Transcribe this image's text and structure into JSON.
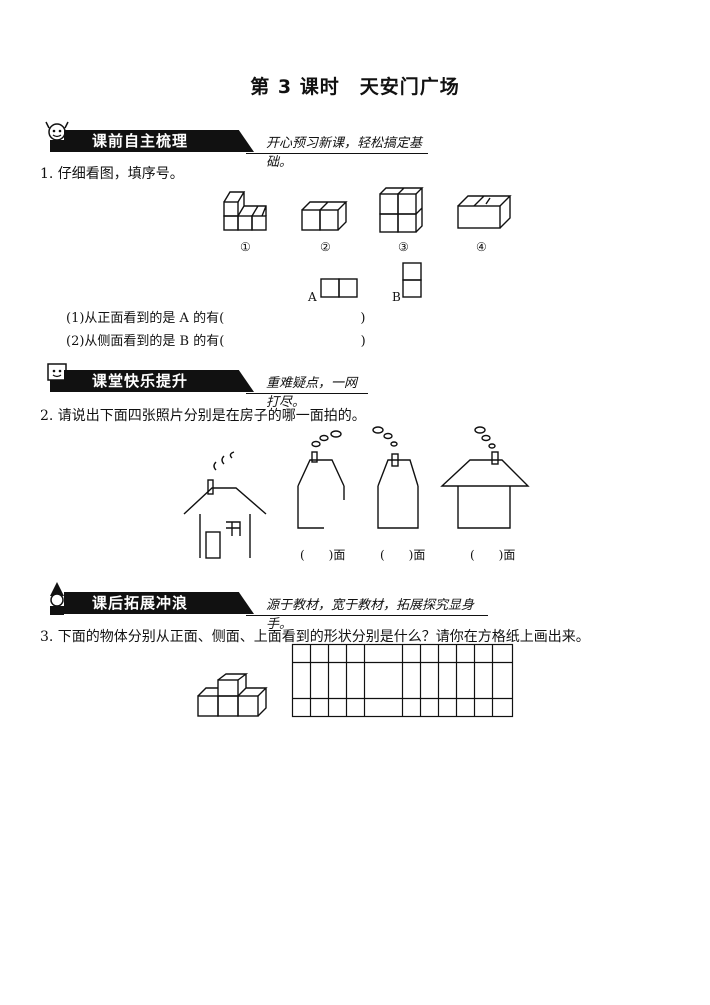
{
  "title": "第 3 课时　天安门广场",
  "section1": {
    "heading": "课前自主梳理",
    "slogan": "开心预习新课，轻松搞定基础。"
  },
  "q1": {
    "prompt": "1. 仔细看图，填序号。",
    "labels": [
      "①",
      "②",
      "③",
      "④"
    ],
    "view_a": "A",
    "view_b": "B",
    "sub1_before": "(1)从正面看到的是 A 的有(",
    "sub1_after": ")",
    "sub2_before": "(2)从侧面看到的是 B 的有(",
    "sub2_after": ")"
  },
  "section2": {
    "heading": "课堂快乐提升",
    "slogan": "重难疑点，一网打尽。"
  },
  "q2": {
    "prompt": "2. 请说出下面四张照片分别是在房子的哪一面拍的。",
    "blanks": [
      "(　　)面",
      "(　　)面",
      "(　　)面"
    ]
  },
  "section3": {
    "heading": "课后拓展冲浪",
    "slogan": "源于教材，宽于教材，拓展探究显身手。"
  },
  "q3": {
    "prompt": "3. 下面的物体分别从正面、侧面、上面看到的形状分别是什么？请你在方格纸上画出来。"
  }
}
